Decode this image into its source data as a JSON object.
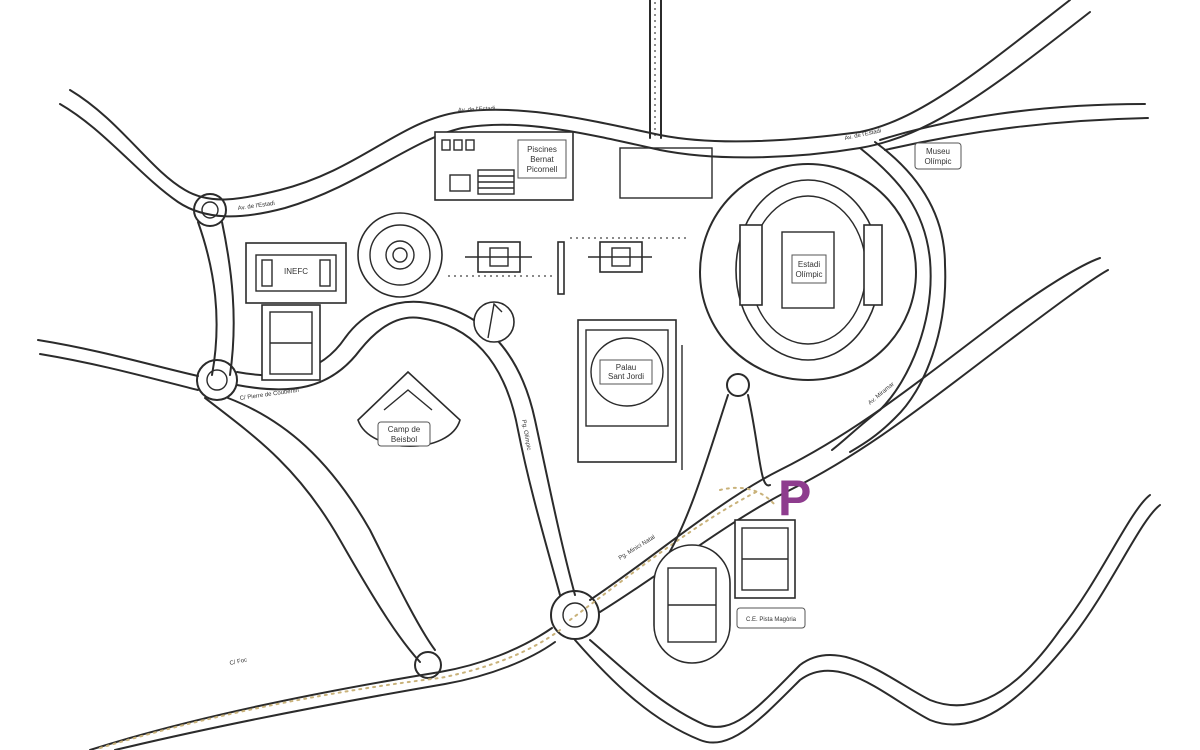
{
  "colors": {
    "parking": "#8e3c8e",
    "route": "#c9b27a",
    "line": "#2b2b2b"
  },
  "parking": {
    "label": "P"
  },
  "places": {
    "piscines": [
      "Piscines",
      "Bernat",
      "Picornell"
    ],
    "inefc": "INEFC",
    "estadi": [
      "Estadi",
      "Olímpic"
    ],
    "museu": [
      "Museu",
      "Olímpic"
    ],
    "palau": [
      "Palau",
      "Sant Jordi"
    ],
    "beisbol": [
      "Camp de",
      "Beisbol"
    ],
    "pistes": "C.E. Pista Magòria"
  },
  "streets": {
    "estadi_top": "Av. de l'Estadi",
    "estadi_left": "Av. de l'Estadi",
    "estadi_right": "Av. de l'Estadi",
    "ferrer": "C/ Pierre de Coubertin",
    "doctor": "Pg. Olímpic",
    "montjuic": "Pg. Minici Natal",
    "mirador": "Av. Miramar",
    "foix": "C/ Foc"
  }
}
